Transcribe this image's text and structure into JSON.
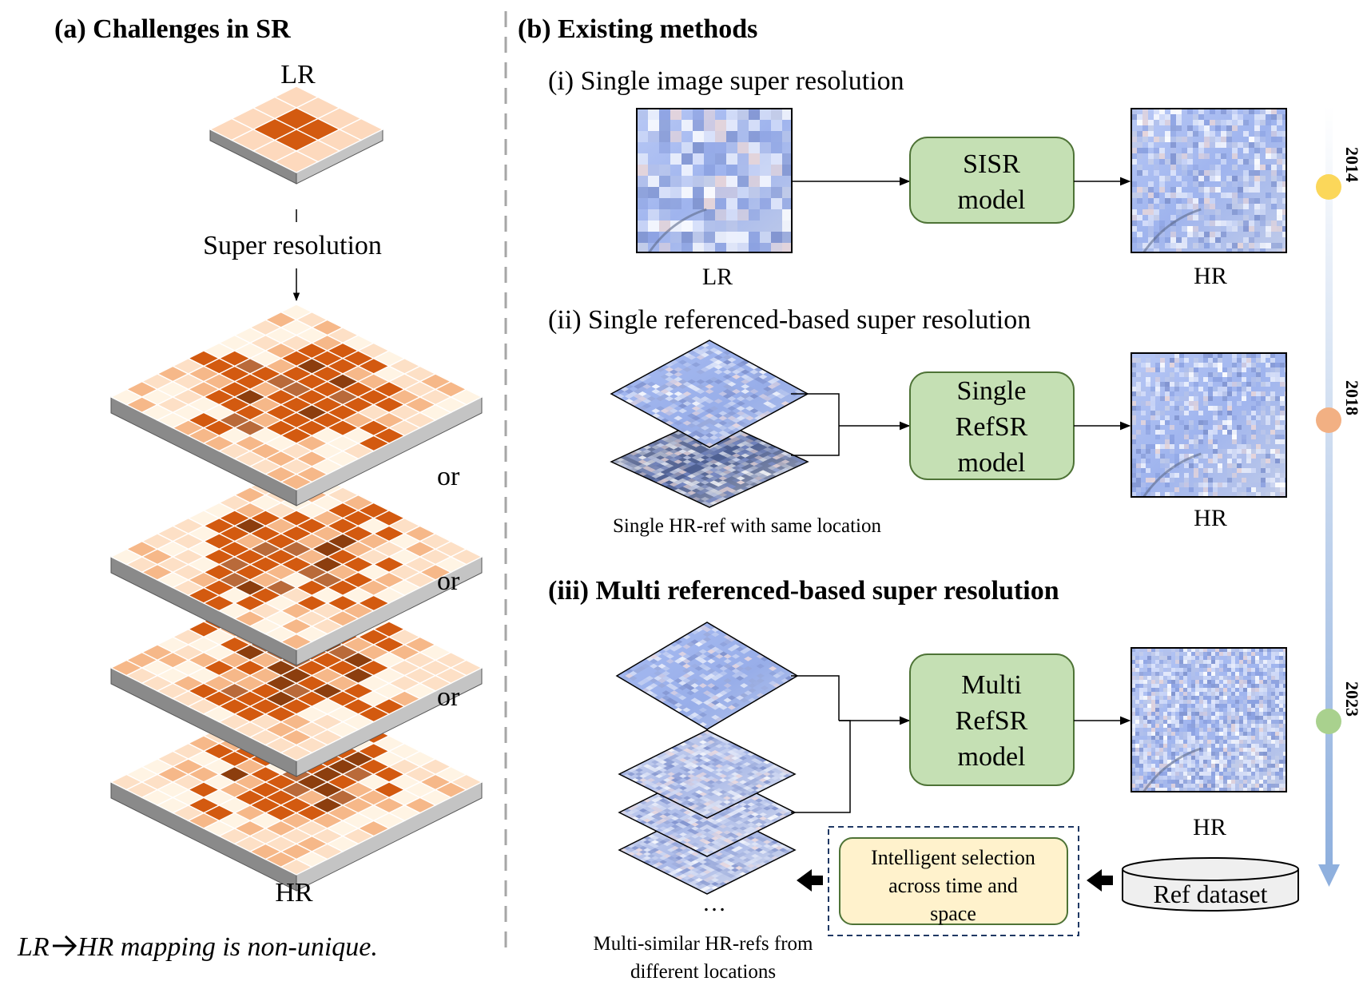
{
  "panel_a": {
    "title": "(a) Challenges in SR",
    "lr_label": "LR",
    "sr_label": "Super resolution",
    "or_labels": [
      "or",
      "or",
      "or"
    ],
    "hr_label": "HR",
    "caption_lr": "LR",
    "caption_rest": "HR mapping is non-unique."
  },
  "panel_b": {
    "title": "(b) Existing methods",
    "sisr": {
      "heading": "(i) Single image super resolution",
      "model_lines": [
        "SISR",
        "model"
      ],
      "input_label": "LR",
      "output_label": "HR"
    },
    "single_ref": {
      "heading": "(ii) Single referenced-based super resolution",
      "model_lines": [
        "Single",
        "RefSR",
        "model"
      ],
      "ref_caption": "Single HR-ref with same location",
      "output_label": "HR"
    },
    "multi_ref": {
      "heading": "(iii) Multi referenced-based super resolution",
      "model_lines": [
        "Multi",
        "RefSR",
        "model"
      ],
      "output_label": "HR",
      "ellipsis": "…",
      "refs_caption_lines": [
        "Multi-similar HR-refs from",
        "different locations"
      ],
      "selection_lines": [
        "Intelligent selection",
        "across time and",
        "space"
      ],
      "dataset_label": "Ref dataset"
    },
    "timeline": {
      "years": [
        "2014",
        "2018",
        "2023"
      ],
      "colors": [
        "#fbd75a",
        "#f2b083",
        "#a9d18e"
      ]
    }
  },
  "colors": {
    "model_fill": "#c5e0b4",
    "model_stroke": "#4e7336",
    "selection_fill": "#fff2cc",
    "dataset_fill": "#efefef",
    "tile_dark": "#d35a10",
    "tile_light": "#fdd9bd",
    "timeline_arrow": "#8fb0de"
  }
}
